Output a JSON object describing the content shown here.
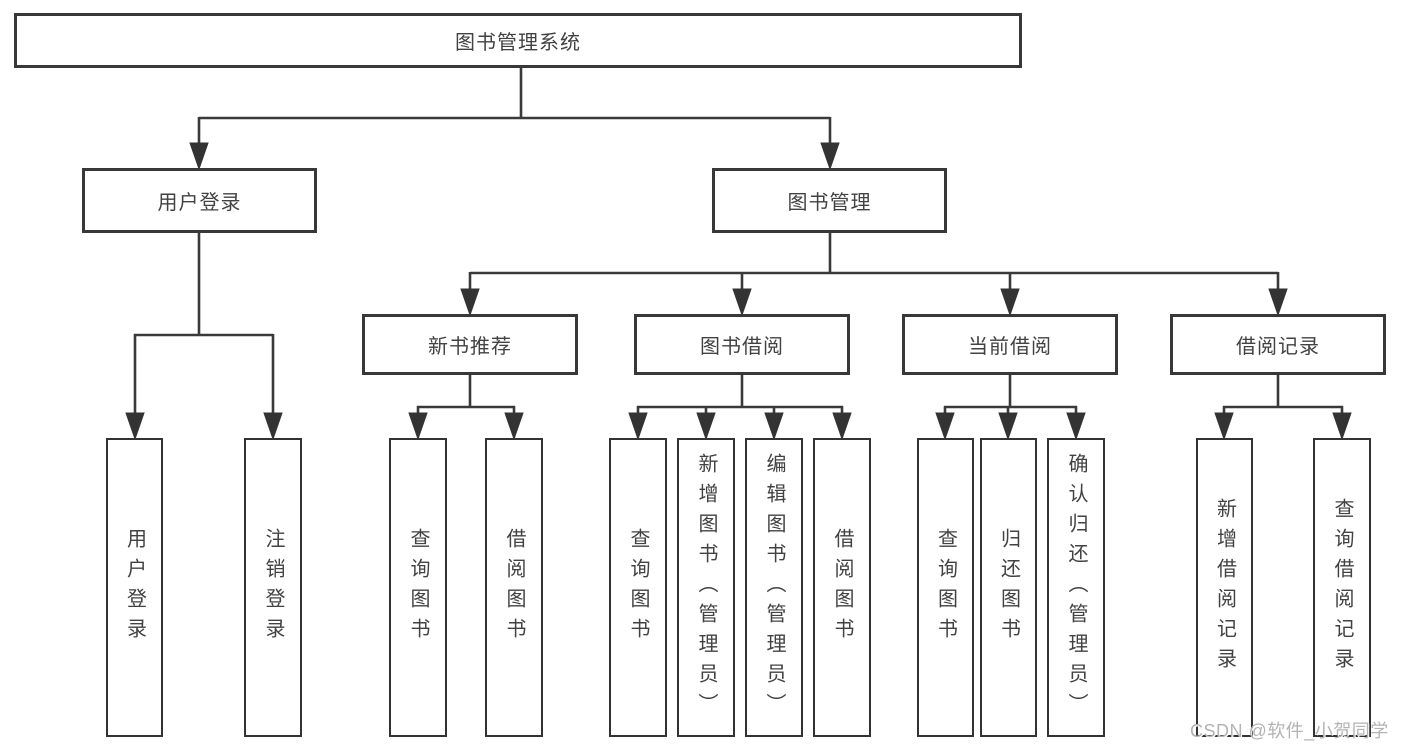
{
  "tree": {
    "root": "图书管理系统",
    "branches": [
      {
        "label": "用户登录",
        "children": [
          "用户登录",
          "注销登录"
        ]
      },
      {
        "label": "图书管理",
        "groups": [
          {
            "label": "新书推荐",
            "children": [
              "查询图书",
              "借阅图书"
            ]
          },
          {
            "label": "图书借阅",
            "children": [
              "查询图书",
              "新增图书（管理员）",
              "编辑图书（管理员）",
              "借阅图书"
            ]
          },
          {
            "label": "当前借阅",
            "children": [
              "查询图书",
              "归还图书",
              "确认归还（管理员）"
            ]
          },
          {
            "label": "借阅记录",
            "children": [
              "新增借阅记录",
              "查询借阅记录"
            ]
          }
        ]
      }
    ]
  },
  "watermark": {
    "text": "CSDN @软件_小贺同学"
  },
  "colors": {
    "line": "#3a3a3a",
    "box_border": "#383838",
    "text": "#424242",
    "watermark": "#b3b3b3",
    "background": "#ffffff"
  }
}
